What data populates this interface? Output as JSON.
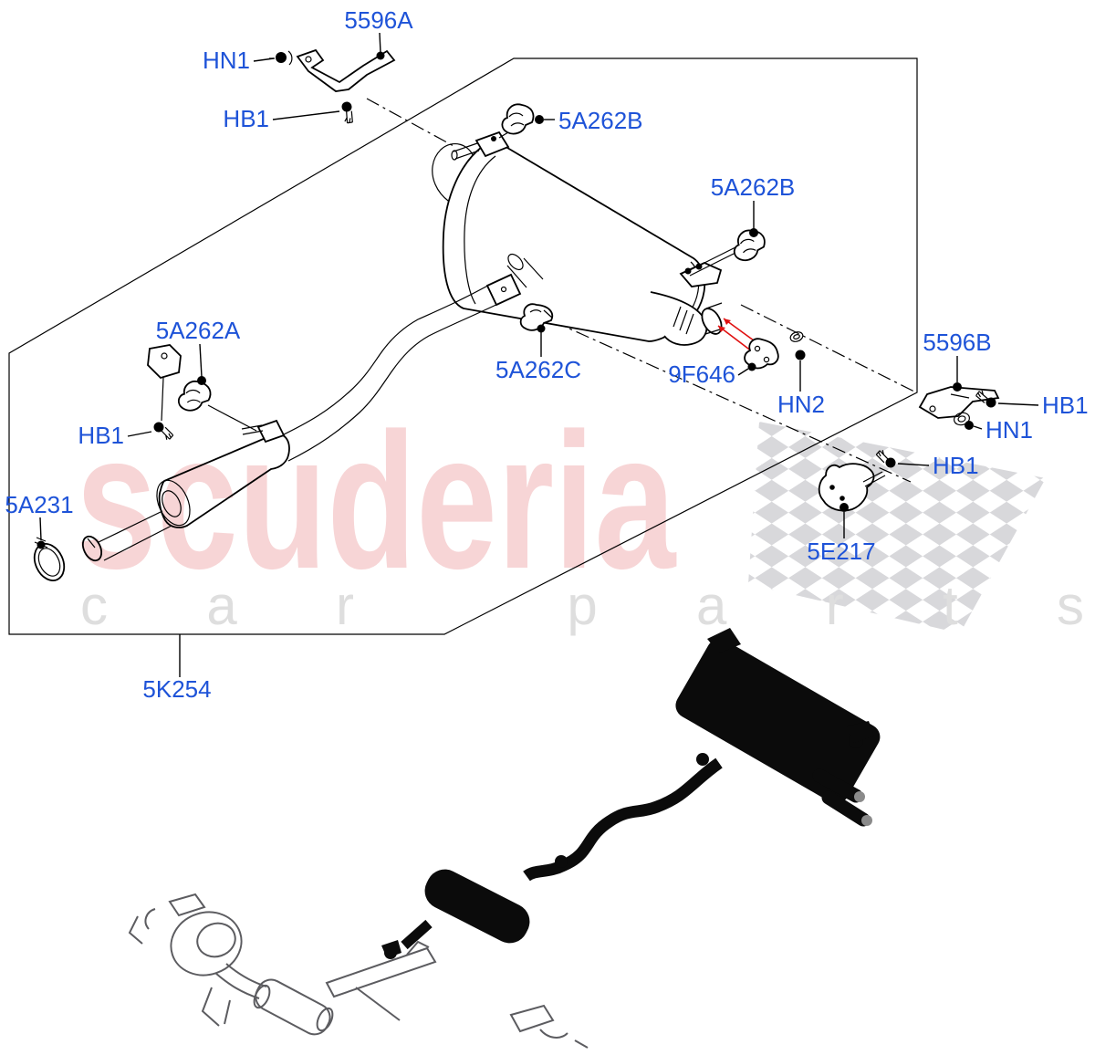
{
  "diagram": {
    "kind": "exploded-parts-diagram",
    "subject": "exhaust-system-rear-section"
  },
  "watermark": {
    "brand": "scuderia",
    "tagline": "car parts",
    "brand_color": "#f7d5d6",
    "tagline_color": "#dedede",
    "flag_color": "#d8d8db"
  },
  "colors": {
    "callout_blue": "#1e53d8",
    "line_black": "#000000",
    "arrow_red": "#e01010",
    "silhouette_black": "#0b0b0b",
    "ghost_gray": "#5c5c60",
    "background": "#ffffff"
  },
  "callouts": [
    {
      "label": "5596A"
    },
    {
      "label": "HN1"
    },
    {
      "label": "HB1"
    },
    {
      "label": "5A262B"
    },
    {
      "label": "5A262B"
    },
    {
      "label": "5A262A"
    },
    {
      "label": "HB1"
    },
    {
      "label": "5A231"
    },
    {
      "label": "5A262C"
    },
    {
      "label": "9F646"
    },
    {
      "label": "HN2"
    },
    {
      "label": "5596B"
    },
    {
      "label": "HB1"
    },
    {
      "label": "HN1"
    },
    {
      "label": "HB1"
    },
    {
      "label": "5E217"
    },
    {
      "label": "5K254"
    }
  ]
}
